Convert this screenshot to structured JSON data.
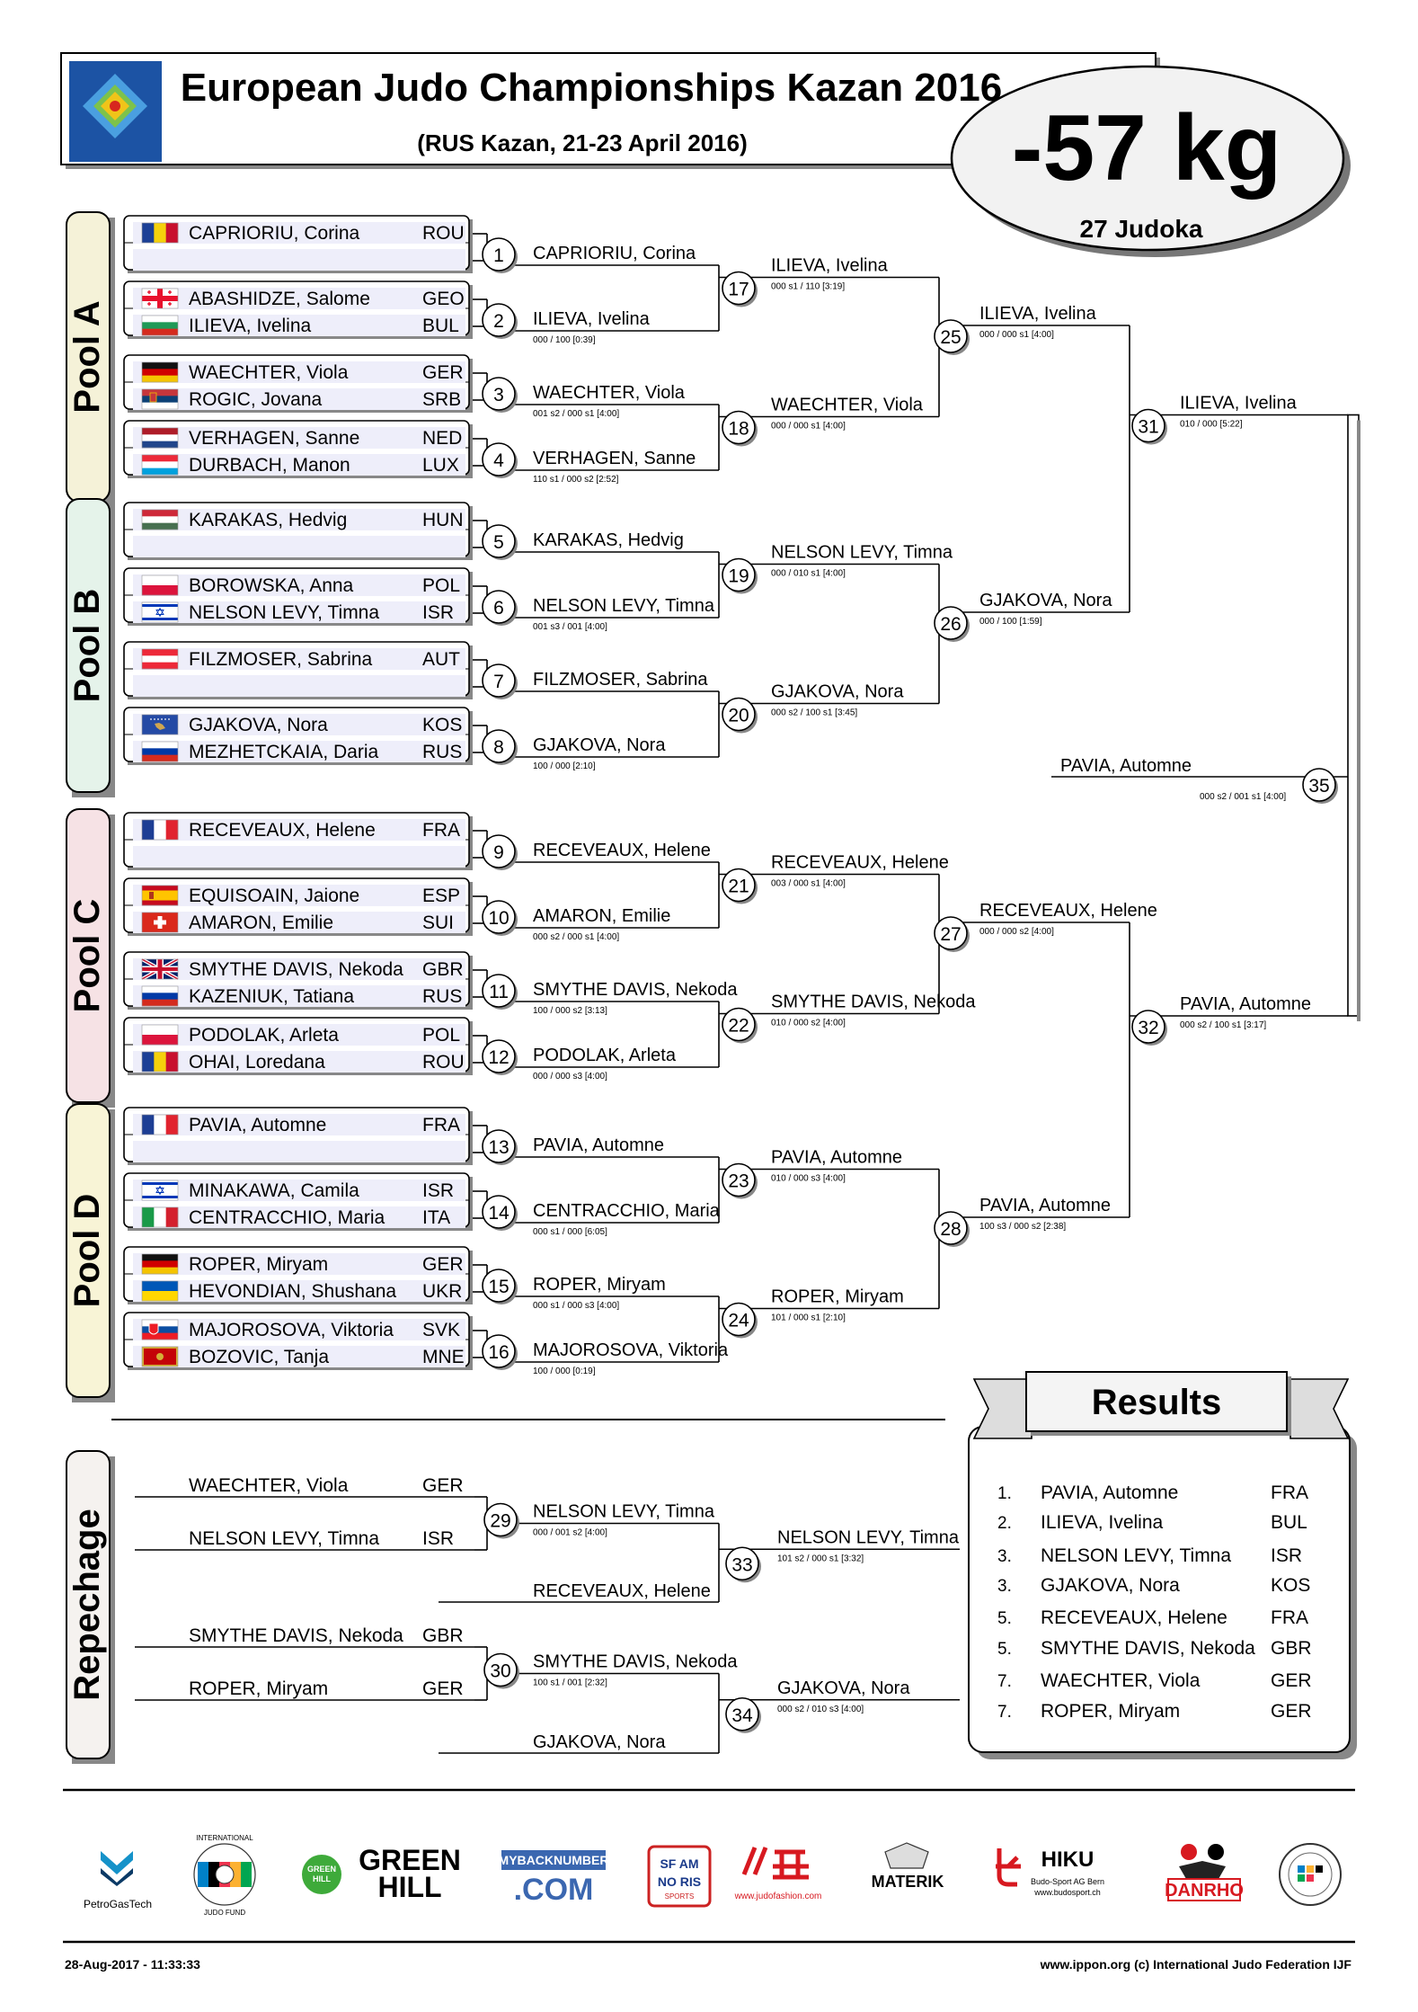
{
  "header": {
    "title": "European Judo Championships Kazan 2016",
    "subtitle": "(RUS Kazan, 21-23 April 2016)",
    "weight_class": "-57 kg",
    "judoka_count": "27 Judoka"
  },
  "pools": [
    {
      "label": "Pool A",
      "slots": [
        {
          "name": "CAPRIORIU, Corina",
          "country": "ROU",
          "flag": "rou"
        },
        {
          "name": "",
          "country": "",
          "flag": ""
        },
        {
          "name": "ABASHIDZE, Salome",
          "country": "GEO",
          "flag": "geo"
        },
        {
          "name": "ILIEVA, Ivelina",
          "country": "BUL",
          "flag": "bul"
        },
        {
          "name": "WAECHTER, Viola",
          "country": "GER",
          "flag": "ger"
        },
        {
          "name": "ROGIC, Jovana",
          "country": "SRB",
          "flag": "srb"
        },
        {
          "name": "VERHAGEN, Sanne",
          "country": "NED",
          "flag": "ned"
        },
        {
          "name": "DURBACH, Manon",
          "country": "LUX",
          "flag": "lux"
        }
      ]
    },
    {
      "label": "Pool B",
      "slots": [
        {
          "name": "KARAKAS, Hedvig",
          "country": "HUN",
          "flag": "hun"
        },
        {
          "name": "",
          "country": "",
          "flag": ""
        },
        {
          "name": "BOROWSKA, Anna",
          "country": "POL",
          "flag": "pol"
        },
        {
          "name": "NELSON LEVY, Timna",
          "country": "ISR",
          "flag": "isr"
        },
        {
          "name": "FILZMOSER, Sabrina",
          "country": "AUT",
          "flag": "aut"
        },
        {
          "name": "",
          "country": "",
          "flag": ""
        },
        {
          "name": "GJAKOVA, Nora",
          "country": "KOS",
          "flag": "kos"
        },
        {
          "name": "MEZHETCKAIA, Daria",
          "country": "RUS",
          "flag": "rus"
        }
      ]
    },
    {
      "label": "Pool C",
      "slots": [
        {
          "name": "RECEVEAUX, Helene",
          "country": "FRA",
          "flag": "fra"
        },
        {
          "name": "",
          "country": "",
          "flag": ""
        },
        {
          "name": "EQUISOAIN, Jaione",
          "country": "ESP",
          "flag": "esp"
        },
        {
          "name": "AMARON, Emilie",
          "country": "SUI",
          "flag": "sui"
        },
        {
          "name": "SMYTHE DAVIS, Nekoda",
          "country": "GBR",
          "flag": "gbr"
        },
        {
          "name": "KAZENIUK, Tatiana",
          "country": "RUS",
          "flag": "rus"
        },
        {
          "name": "PODOLAK, Arleta",
          "country": "POL",
          "flag": "pol"
        },
        {
          "name": "OHAI, Loredana",
          "country": "ROU",
          "flag": "rou"
        }
      ]
    },
    {
      "label": "Pool D",
      "slots": [
        {
          "name": "PAVIA, Automne",
          "country": "FRA",
          "flag": "fra"
        },
        {
          "name": "",
          "country": "",
          "flag": ""
        },
        {
          "name": "MINAKAWA, Camila",
          "country": "ISR",
          "flag": "isr"
        },
        {
          "name": "CENTRACCHIO, Maria",
          "country": "ITA",
          "flag": "ita"
        },
        {
          "name": "ROPER, Miryam",
          "country": "GER",
          "flag": "ger"
        },
        {
          "name": "HEVONDIAN, Shushana",
          "country": "UKR",
          "flag": "ukr"
        },
        {
          "name": "MAJOROSOVA, Viktoria",
          "country": "SVK",
          "flag": "svk"
        },
        {
          "name": "BOZOVIC, Tanja",
          "country": "MNE",
          "flag": "mne"
        }
      ]
    }
  ],
  "round1": [
    {
      "no": "1",
      "winner": "CAPRIORIU, Corina",
      "score": ""
    },
    {
      "no": "2",
      "winner": "ILIEVA, Ivelina",
      "score": "000  / 100  [0:39]"
    },
    {
      "no": "3",
      "winner": "WAECHTER, Viola",
      "score": "001 s2 / 000 s1 [4:00]"
    },
    {
      "no": "4",
      "winner": "VERHAGEN, Sanne",
      "score": "110 s1 / 000 s2 [2:52]"
    },
    {
      "no": "5",
      "winner": "KARAKAS, Hedvig",
      "score": ""
    },
    {
      "no": "6",
      "winner": "NELSON LEVY, Timna",
      "score": "001 s3 / 001  [4:00]"
    },
    {
      "no": "7",
      "winner": "FILZMOSER, Sabrina",
      "score": ""
    },
    {
      "no": "8",
      "winner": "GJAKOVA, Nora",
      "score": "100  / 000  [2:10]"
    },
    {
      "no": "9",
      "winner": "RECEVEAUX, Helene",
      "score": ""
    },
    {
      "no": "10",
      "winner": "AMARON, Emilie",
      "score": "000 s2 / 000 s1 [4:00]"
    },
    {
      "no": "11",
      "winner": "SMYTHE DAVIS, Nekoda",
      "score": "100  / 000 s2 [3:13]"
    },
    {
      "no": "12",
      "winner": "PODOLAK, Arleta",
      "score": "000  / 000 s3 [4:00]"
    },
    {
      "no": "13",
      "winner": "PAVIA, Automne",
      "score": ""
    },
    {
      "no": "14",
      "winner": "CENTRACCHIO, Maria",
      "score": "000 s1 / 000  [6:05]"
    },
    {
      "no": "15",
      "winner": "ROPER, Miryam",
      "score": "000 s1 / 000 s3 [4:00]"
    },
    {
      "no": "16",
      "winner": "MAJOROSOVA, Viktoria",
      "score": "100  / 000  [0:19]"
    }
  ],
  "round2": [
    {
      "no": "17",
      "winner": "ILIEVA, Ivelina",
      "score": "000 s1 / 110  [3:19]"
    },
    {
      "no": "18",
      "winner": "WAECHTER, Viola",
      "score": "000  / 000 s1 [4:00]"
    },
    {
      "no": "19",
      "winner": "NELSON LEVY, Timna",
      "score": "000  / 010 s1 [4:00]"
    },
    {
      "no": "20",
      "winner": "GJAKOVA, Nora",
      "score": "000 s2 / 100 s1 [3:45]"
    },
    {
      "no": "21",
      "winner": "RECEVEAUX, Helene",
      "score": "003  / 000 s1 [4:00]"
    },
    {
      "no": "22",
      "winner": "SMYTHE DAVIS, Nekoda",
      "score": "010  / 000 s2 [4:00]"
    },
    {
      "no": "23",
      "winner": "PAVIA, Automne",
      "score": "010  / 000 s3 [4:00]"
    },
    {
      "no": "24",
      "winner": "ROPER, Miryam",
      "score": "101  / 000 s1 [2:10]"
    }
  ],
  "round3": [
    {
      "no": "25",
      "winner": "ILIEVA, Ivelina",
      "score": "000  / 000 s1 [4:00]"
    },
    {
      "no": "26",
      "winner": "GJAKOVA, Nora",
      "score": "000  / 100  [1:59]"
    },
    {
      "no": "27",
      "winner": "RECEVEAUX, Helene",
      "score": "000  / 000 s2 [4:00]"
    },
    {
      "no": "28",
      "winner": "PAVIA, Automne",
      "score": "100 s3 / 000 s2 [2:38]"
    }
  ],
  "semis": [
    {
      "no": "31",
      "winner": "ILIEVA, Ivelina",
      "score": "010  / 000  [5:22]"
    },
    {
      "no": "32",
      "winner": "PAVIA, Automne",
      "score": "000 s2 / 100 s1 [3:17]"
    }
  ],
  "final": {
    "no": "35",
    "winner": "PAVIA, Automne",
    "score": "000 s2 / 001 s1 [4:00]"
  },
  "repechage": {
    "label": "Repechage",
    "entries": [
      {
        "name": "WAECHTER, Viola",
        "country": "GER"
      },
      {
        "name": "NELSON LEVY, Timna",
        "country": "ISR"
      },
      {
        "name": "SMYTHE DAVIS, Nekoda",
        "country": "GBR"
      },
      {
        "name": "ROPER, Miryam",
        "country": "GER"
      }
    ],
    "r1": [
      {
        "no": "29",
        "winner": "NELSON LEVY, Timna",
        "score": "000  / 001 s2 [4:00]"
      },
      {
        "no": "30",
        "winner": "SMYTHE DAVIS, Nekoda",
        "score": "100 s1 / 001  [2:32]"
      }
    ],
    "crossovers": [
      "RECEVEAUX, Helene",
      "GJAKOVA, Nora"
    ],
    "bronze": [
      {
        "no": "33",
        "winner": "NELSON LEVY, Timna",
        "score": "101 s2 / 000 s1 [3:32]"
      },
      {
        "no": "34",
        "winner": "GJAKOVA, Nora",
        "score": "000 s2 / 010 s3 [4:00]"
      }
    ]
  },
  "results": {
    "title": "Results",
    "rows": [
      {
        "rank": "1.",
        "name": "PAVIA, Automne",
        "country": "FRA"
      },
      {
        "rank": "2.",
        "name": "ILIEVA, Ivelina",
        "country": "BUL"
      },
      {
        "rank": "3.",
        "name": "NELSON LEVY, Timna",
        "country": "ISR"
      },
      {
        "rank": "3.",
        "name": "GJAKOVA, Nora",
        "country": "KOS"
      },
      {
        "rank": "5.",
        "name": "RECEVEAUX, Helene",
        "country": "FRA"
      },
      {
        "rank": "5.",
        "name": "SMYTHE DAVIS, Nekoda",
        "country": "GBR"
      },
      {
        "rank": "7.",
        "name": "WAECHTER, Viola",
        "country": "GER"
      },
      {
        "rank": "7.",
        "name": "ROPER, Miryam",
        "country": "GER"
      }
    ]
  },
  "sponsors": [
    "PetroGasTech",
    "INTERNATIONAL JUDO FUND",
    "GREEN HILL",
    "MYBACKNUMBER .COM",
    "SFAM NORIS SPORTS",
    "www.judofashion.com",
    "MATERIK",
    "HIKU",
    "Budo-Sport AG Bern www.budosport.ch",
    "DANRHO",
    "INTERNATIONAL JUDO FEDERATION"
  ],
  "footer": {
    "date": "28-Aug-2017 - 11:33:33",
    "copyright": "www.ippon.org  (c) International Judo Federation IJF"
  },
  "colors": {
    "pool_a": "#f5f2d8",
    "pool_b": "#e5f3ea",
    "pool_c": "#f6e2e5",
    "pool_d": "#f8f4d6",
    "repechage": "#f5f2ef",
    "row_fill": "#eeeefa"
  }
}
